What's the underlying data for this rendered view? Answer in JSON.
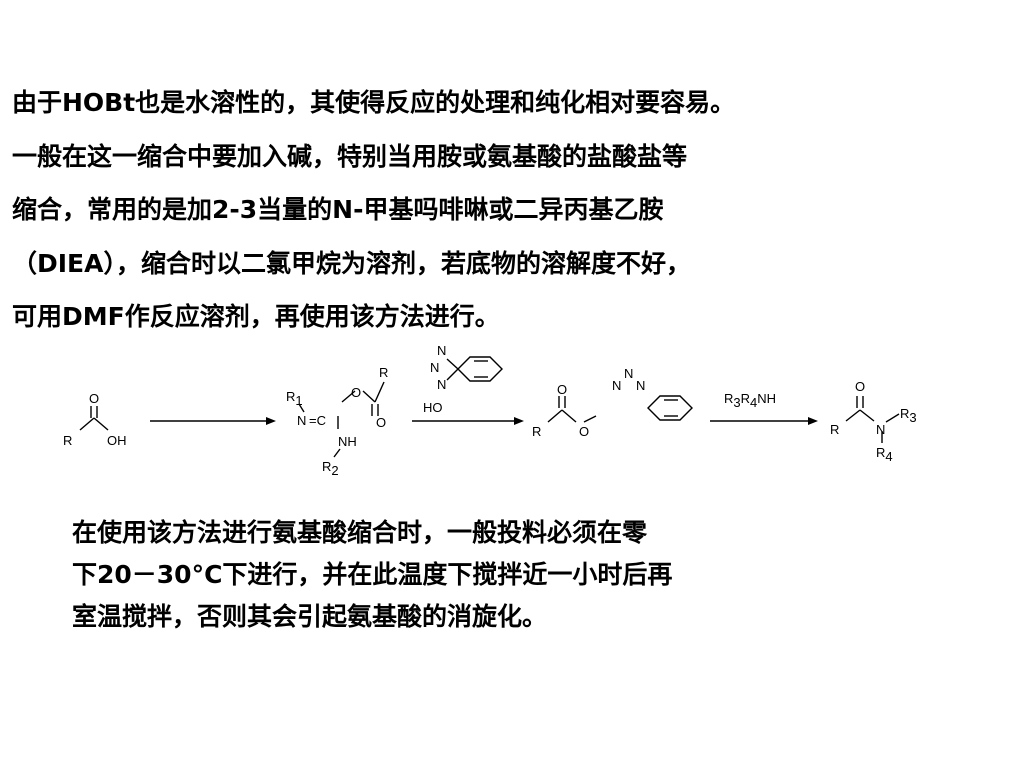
{
  "paragraph_1": [
    "由于HOBt也是水溶性的，其使得反应的处理和纯化相对要容易。",
    "一般在这一缩合中要加入碱，特别当用胺或氨基酸的盐酸盐等",
    "缩合，常用的是加2-3当量的N-甲基吗啡啉或二异丙基乙胺",
    "（DIEA），缩合时以二氯甲烷为溶剂，若底物的溶解度不好，",
    "可用DMF作反应溶剂，再使用该方法进行。"
  ],
  "scheme": {
    "acid": {
      "o": "O",
      "r": "R",
      "oh": "OH"
    },
    "intermediate": {
      "r": "R",
      "r1": "R",
      "r1_sub": "1",
      "o_top": "O",
      "o_right": "O",
      "n": "N",
      "eq_c": "=C",
      "nh": "NH",
      "r2": "R",
      "r2_sub": "2"
    },
    "hobt": {
      "n1": "N",
      "n2": "N",
      "n3": "N",
      "ho": "HO"
    },
    "active_ester": {
      "o_top": "O",
      "r": "R",
      "o": "O",
      "n1": "N",
      "n2": "N",
      "n3": "N"
    },
    "reagent": {
      "r": "R",
      "sub_3": "3",
      "r_b": "R",
      "sub_4": "4",
      "nh": "NH"
    },
    "amide": {
      "o": "O",
      "r": "R",
      "n": "N",
      "r3": "R",
      "r3_sub": "3",
      "r4": "R",
      "r4_sub": "4"
    }
  },
  "paragraph_2": [
    "在使用该方法进行氨基酸缩合时，一般投料必须在零",
    "下20－30°C下进行，并在此温度下搅拌近一小时后再",
    "室温搅拌，否则其会引起氨基酸的消旋化。"
  ]
}
